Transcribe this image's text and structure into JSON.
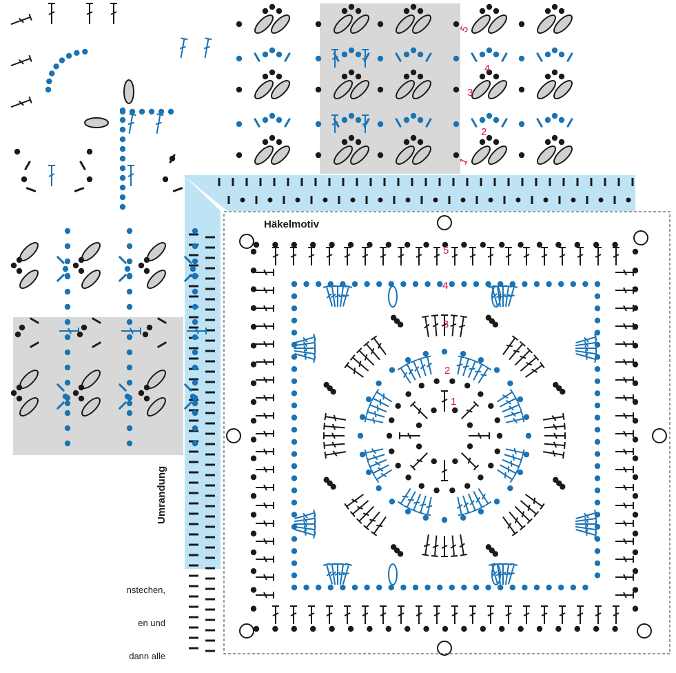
{
  "motif_title": "Häkelmotiv",
  "border_label": "Umrandung",
  "note_lines": [
    "nstechen,",
    "en und",
    "dann alle"
  ],
  "round_numbers": [
    "1",
    "2",
    "3",
    "4",
    "5"
  ],
  "colors": {
    "black": "#1a1a1a",
    "blue": "#1a73b4",
    "red_numbers": "#d4145a",
    "light_blue_band": "#bde3f5",
    "gray_panel": "#d8d8d8",
    "bobble_fill": "#d0d0d0"
  }
}
